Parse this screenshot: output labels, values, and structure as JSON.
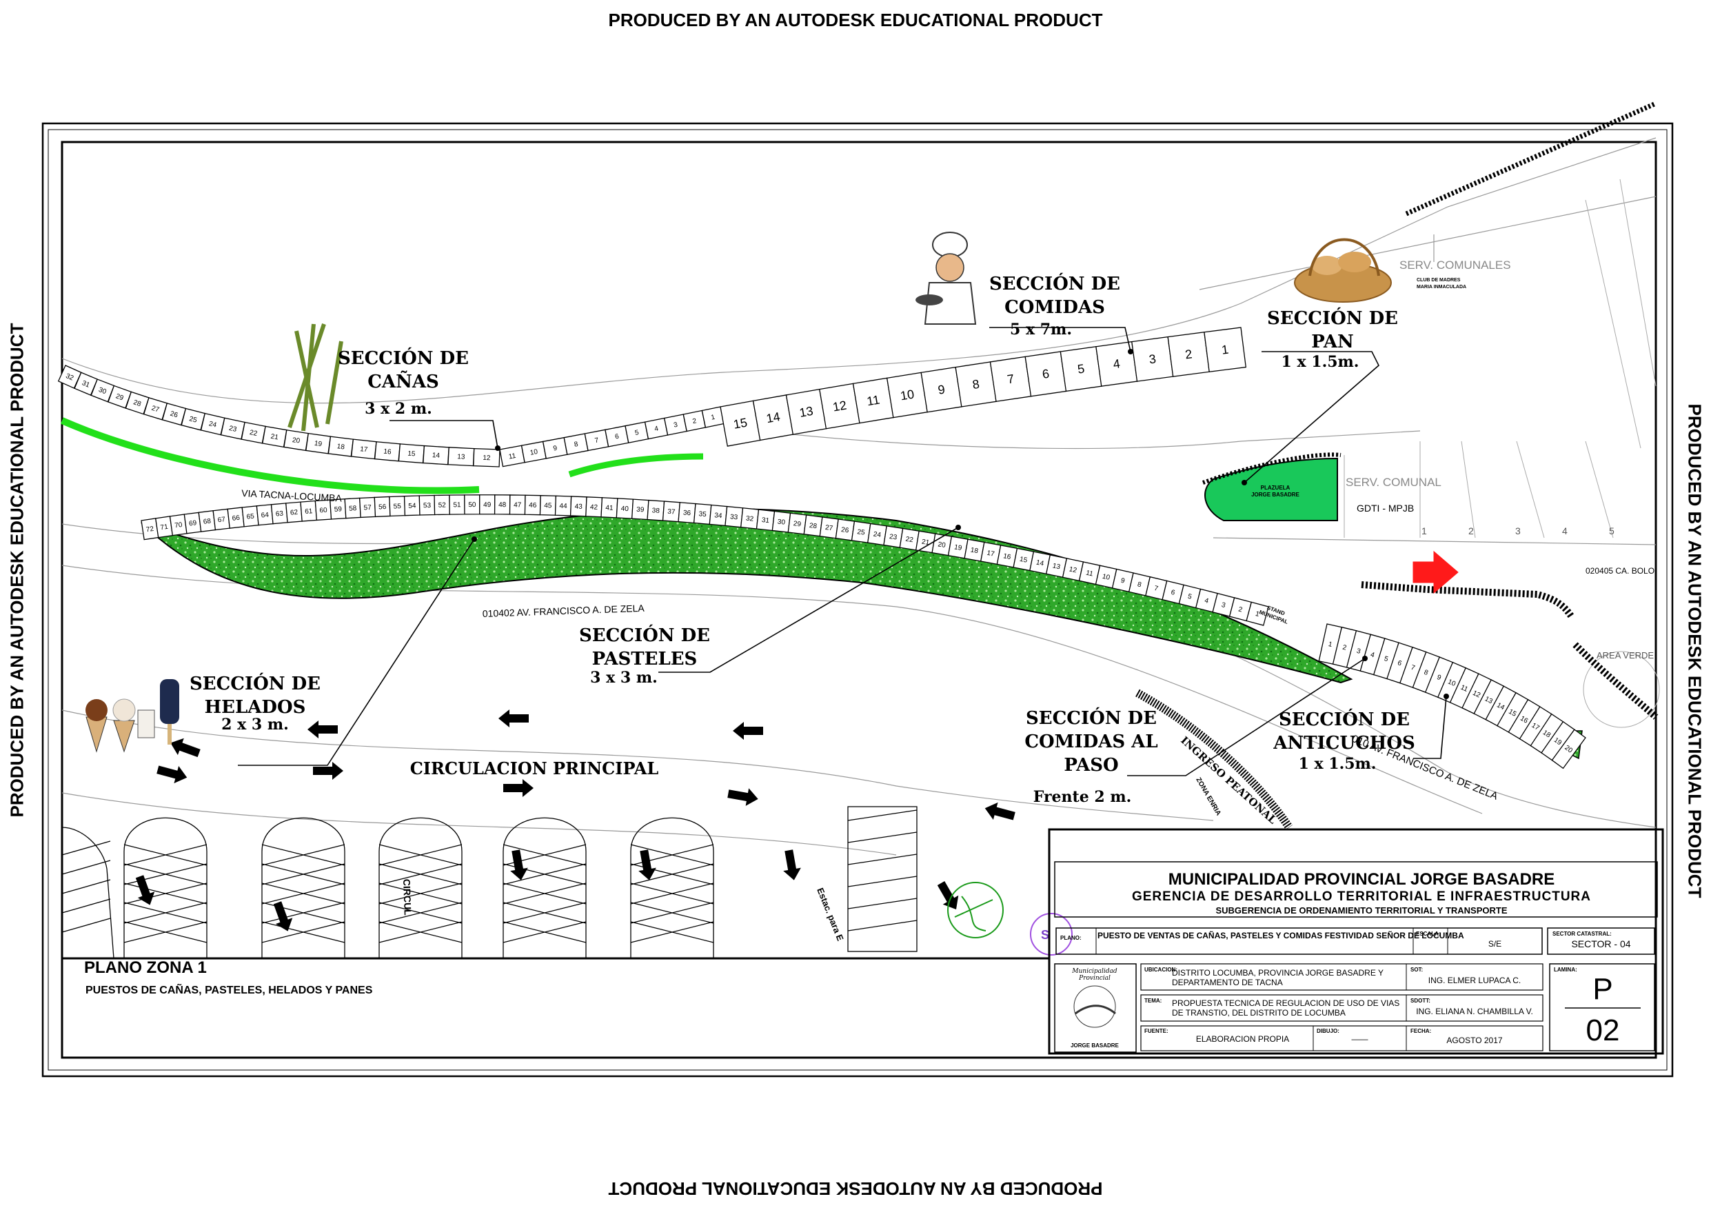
{
  "watermark": "PRODUCED BY AN AUTODESK EDUCATIONAL PRODUCT",
  "sections": {
    "canas": {
      "title": "SECCIÓN DE CAÑAS",
      "size": "3 x 2 m."
    },
    "comidas": {
      "title": "SECCIÓN DE COMIDAS",
      "size": "5 x 7m."
    },
    "pan": {
      "title": "SECCIÓN DE PAN",
      "size": "1 x 1.5m."
    },
    "pasteles": {
      "title": "SECCIÓN DE PASTELES",
      "size": "3 x 3 m."
    },
    "helados": {
      "title": "SECCIÓN DE HELADOS",
      "size": "2 x 3 m."
    },
    "comidas_paso": {
      "title": "SECCIÓN DE COMIDAS AL PASO",
      "size": "Frente 2 m."
    },
    "anticuchos": {
      "title": "SECCIÓN DE ANTICUCHOS",
      "size": "1 x 1.5m."
    }
  },
  "streets": {
    "via": "VIA TACNA-LOCUMBA",
    "av1": "010402 AV. FRANCISCO A. DE ZELA",
    "av2": "010 AV. FRANCISCO A. DE ZELA",
    "ca": "020405 CA. BOLO",
    "circulacion": "CIRCULACION PRINCIPAL",
    "ingreso": "INGRESO PEATONAL",
    "zona": "ZONA ENRIA",
    "circul": "CIRCUL",
    "estac": "Estac. para E"
  },
  "places": {
    "serv_comunales": "SERV. COMUNALES",
    "club": "CLUB DE MADRES MARIA INMACULADA",
    "serv_comunal": "SERV. COMUNAL",
    "gdti": "GDTI - MPJB",
    "plazuela": "PLAZUELA JORGE BASADRE",
    "stand": "STAND MUNICIPAL",
    "area_verde": "AREA VERDE",
    "s": "S"
  },
  "stall_numbers": {
    "canas_right": [
      "1",
      "2",
      "3",
      "4",
      "5",
      "6",
      "7",
      "8",
      "9",
      "10",
      "11"
    ],
    "canas_left": [
      "12",
      "13",
      "14",
      "15",
      "16",
      "17",
      "18",
      "19",
      "20",
      "21",
      "22",
      "23",
      "24",
      "25",
      "26",
      "27",
      "28",
      "29",
      "30",
      "31",
      "32"
    ],
    "comidas": [
      "1",
      "2",
      "3",
      "4",
      "5",
      "6",
      "7",
      "8",
      "9",
      "10",
      "11",
      "12",
      "13",
      "14",
      "15"
    ],
    "pasteles": [
      "1",
      "2",
      "3",
      "4",
      "5",
      "6",
      "7",
      "8",
      "9",
      "10",
      "11",
      "12",
      "13",
      "14",
      "15",
      "16",
      "17",
      "18",
      "19",
      "20",
      "21",
      "22",
      "23",
      "24",
      "25",
      "26",
      "27",
      "28",
      "29",
      "30",
      "31",
      "32",
      "33",
      "34",
      "35",
      "36",
      "37",
      "38",
      "39",
      "40",
      "41",
      "42",
      "43",
      "44",
      "45",
      "46",
      "47",
      "48",
      "49",
      "50",
      "51",
      "52",
      "53",
      "54",
      "55",
      "56",
      "57",
      "58",
      "59",
      "60",
      "61",
      "62",
      "63",
      "64",
      "65",
      "66",
      "67",
      "68",
      "69",
      "70",
      "71",
      "72"
    ],
    "paso": [
      "1",
      "2",
      "3",
      "4",
      "5",
      "6",
      "7",
      "8",
      "9",
      "10",
      "11",
      "12",
      "13",
      "14",
      "15",
      "16",
      "17",
      "18",
      "19",
      "20"
    ],
    "lots": [
      "1",
      "2",
      "3",
      "4",
      "5"
    ]
  },
  "title_block": {
    "org": "MUNICIPALIDAD PROVINCIAL JORGE BASADRE",
    "gerencia": "GERENCIA DE DESARROLLO TERRITORIAL E INFRAESTRUCTURA",
    "subgerencia": "SUBGERENCIA DE ORDENAMIENTO TERRITORIAL Y TRANSPORTE",
    "plano_label": "PLANO:",
    "plano_value": "PUESTO DE VENTAS DE CAÑAS, PASTELES Y COMIDAS FESTIVIDAD SEÑOR DE LOCUMBA",
    "escala_label": "ESCALA:",
    "escala_value": "S/E",
    "sector_label": "SECTOR CATASTRAL:",
    "sector_value": "SECTOR - 04",
    "ubicacion_label": "UBICACION:",
    "ubicacion_value": "DISTRITO LOCUMBA, PROVINCIA JORGE BASADRE Y DEPARTAMENTO DE TACNA",
    "sot_label": "SOT:",
    "sot_value": "ING. ELMER LUPACA C.",
    "tema_label": "TEMA:",
    "tema_value": "PROPUESTA TECNICA DE REGULACION DE USO DE VIAS DE TRANSTIO, DEL DISTRITO DE LOCUMBA",
    "sdott_label": "SDOTT:",
    "sdott_value": "ING. ELIANA N. CHAMBILLA V.",
    "fuente_label": "FUENTE:",
    "fuente_value": "ELABORACION PROPIA",
    "dibujo_label": "DIBUJO:",
    "dibujo_value": "——",
    "fecha_label": "FECHA:",
    "fecha_value": "AGOSTO 2017",
    "lamina_label": "LAMINA:",
    "lamina_p": "P",
    "lamina_n": "02",
    "logo_top": "Municipalidad Provincial",
    "logo_bottom": "JORGE BASADRE"
  },
  "plano_zona": "PLANO ZONA 1",
  "plano_sub": "PUESTOS DE CAÑAS, PASTELES, HELADOS Y PANES",
  "colors": {
    "green_area": "#2fa82a",
    "green_line": "#22e01a",
    "arrow_red": "#ff1a1a",
    "plaza_green": "#19c85a"
  }
}
